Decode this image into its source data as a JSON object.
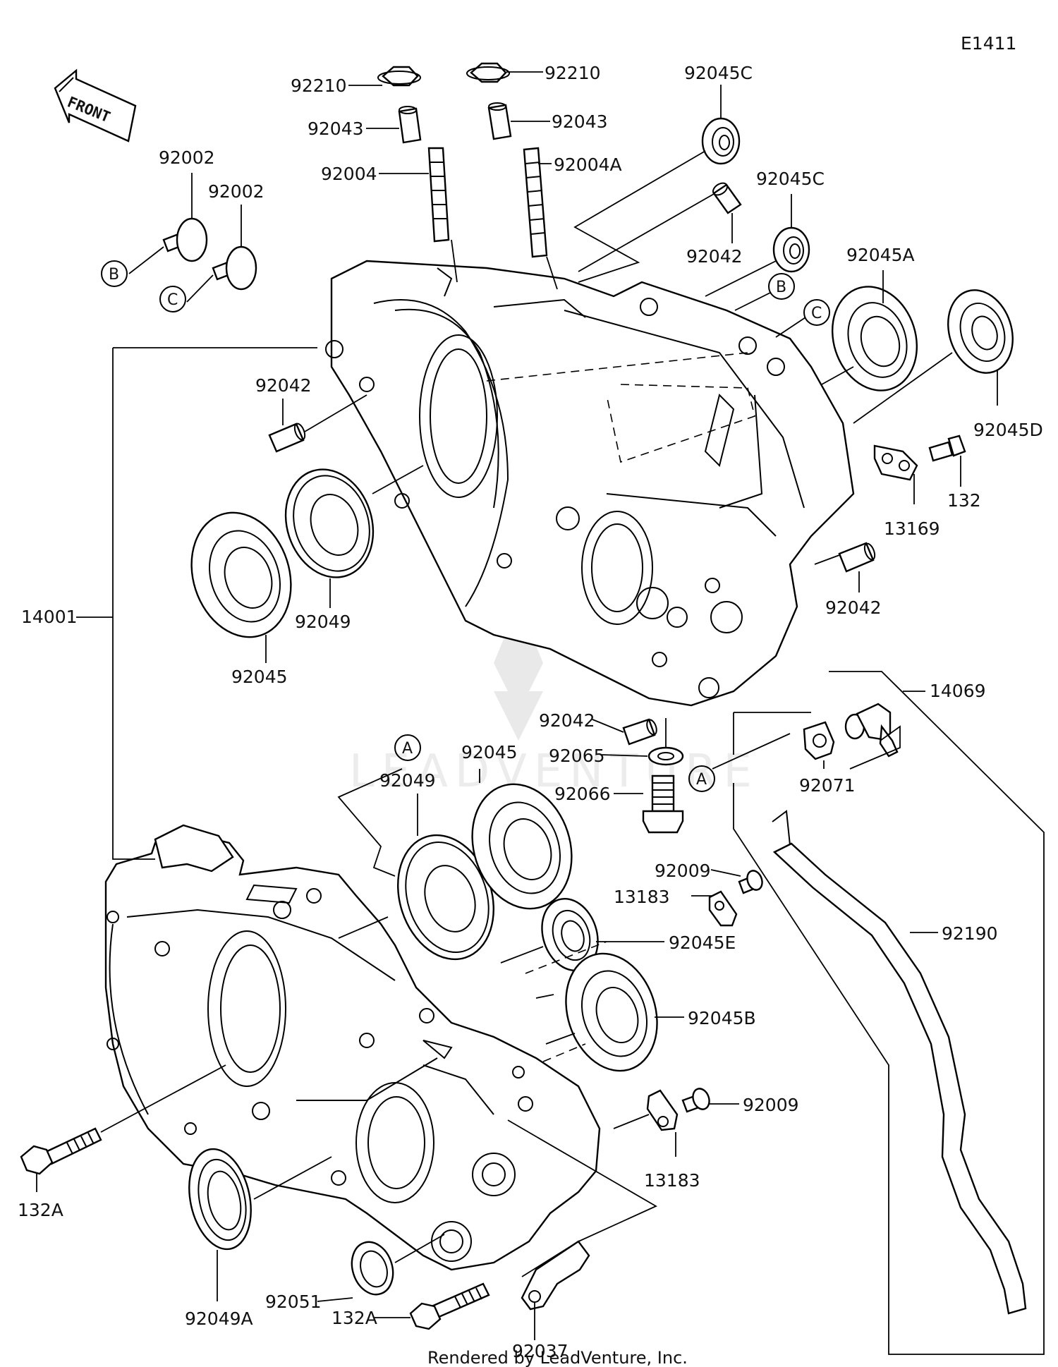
{
  "diagram_code": "E1411",
  "front_marker": "FRONT",
  "footer": "Rendered by LeadVenture, Inc.",
  "watermark": "LEADVENTURE",
  "refs": {
    "a": "A",
    "b": "B",
    "c": "C"
  },
  "parts": {
    "p92210": "92210",
    "p92043": "92043",
    "p92004": "92004",
    "p92004A": "92004A",
    "p92045C": "92045C",
    "p92042": "92042",
    "p92045A": "92045A",
    "p92045D": "92045D",
    "p92002": "92002",
    "p132": "132",
    "p13169": "13169",
    "p14001": "14001",
    "p92045": "92045",
    "p92049": "92049",
    "p14069": "14069",
    "p92065": "92065",
    "p92066": "92066",
    "p92071": "92071",
    "p92009": "92009",
    "p13183": "13183",
    "p92045E": "92045E",
    "p92190": "92190",
    "p92045B": "92045B",
    "p132A": "132A",
    "p92049A": "92049A",
    "p92051": "92051",
    "p92037": "92037"
  }
}
